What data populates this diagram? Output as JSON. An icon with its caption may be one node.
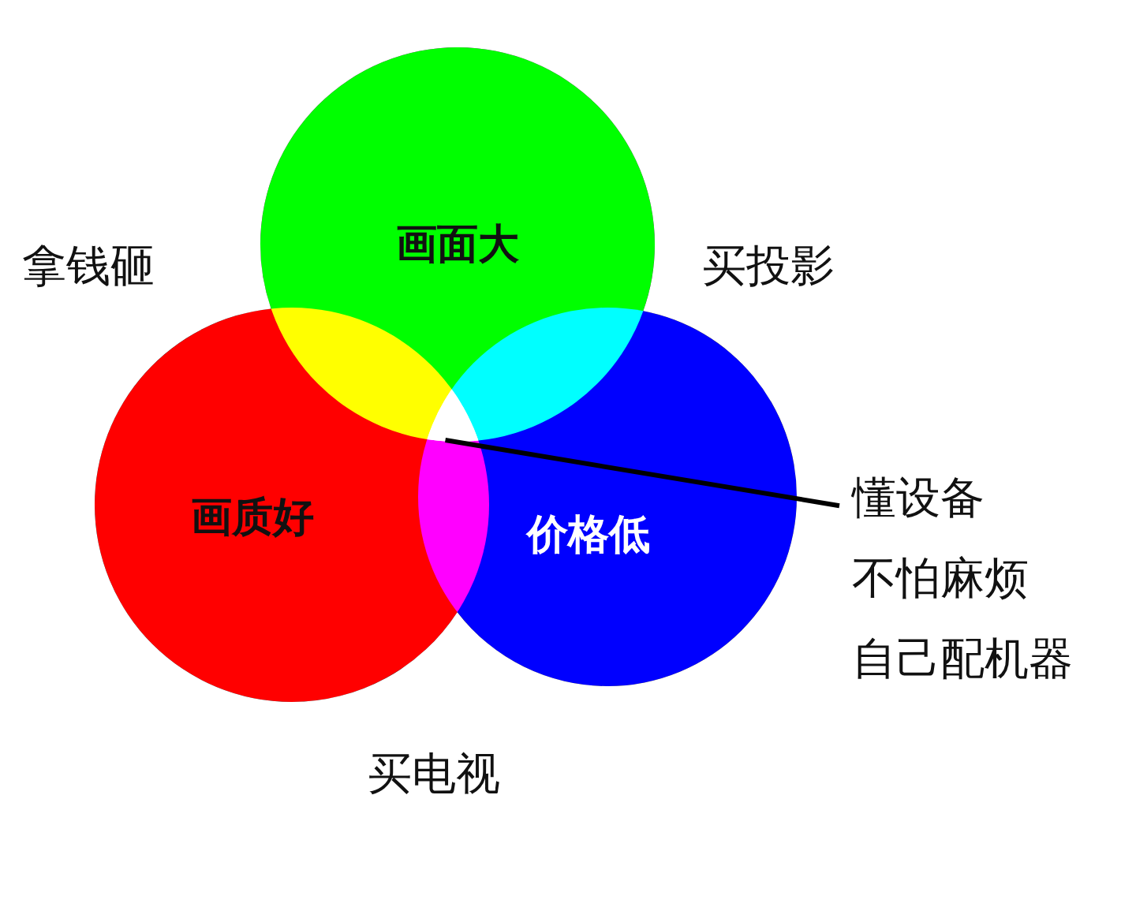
{
  "diagram": {
    "nodes": [
      {
        "text": [
          "画面大"
        ]
      },
      {
        "text": [
          "画质好"
        ]
      },
      {
        "text": [
          "价格低"
        ]
      },
      {
        "text": [
          "懂设备",
          "不怕麻烦",
          "自己配机器"
        ]
      },
      {
        "text": [],
        "shape": "triangle"
      }
    ],
    "edges": [
      {
        "from": 3,
        "to": 4,
        "arrow": "none"
      }
    ],
    "labels": [
      "拿钱砸",
      "买投影",
      "买电视"
    ]
  }
}
